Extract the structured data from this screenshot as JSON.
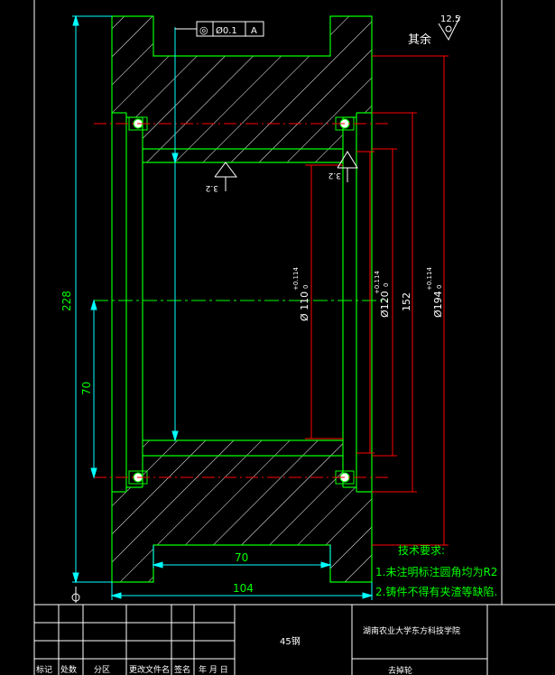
{
  "drawing": {
    "dims": {
      "height_total": "228",
      "height_inner": "70",
      "width_total": "104",
      "width_groove": "70",
      "bore": "Ø 110",
      "bore_tol": "+0.114",
      "bore_tol_low": "0",
      "recess": "Ø120",
      "recess_tol": "+0.114",
      "recess_tol_low": "0",
      "flange": "152",
      "outer": "Ø194",
      "outer_tol": "+0.114",
      "outer_tol_low": "0"
    },
    "tolerance_frame": {
      "symbol": "◎",
      "value": "Ø0.1",
      "datum": "A"
    },
    "roughness": {
      "other": "其余",
      "other_value": "12.5",
      "surface_value": "3.2"
    },
    "tech_requirements": {
      "title": "技术要求:",
      "line1": "1.未注明标注圆角均为R2",
      "line2": "2.铸件不得有夹渣等缺陷."
    }
  },
  "title_block": {
    "material": "45钢",
    "school": "湖南农业大学东方科技学院",
    "part_name": "去掉轮",
    "headers": [
      "标记",
      "处数",
      "分区",
      "更改文件名",
      "签名",
      "年 月 日"
    ]
  },
  "colors": {
    "outline": "#00ff00",
    "dimension": "#00ffff",
    "section": "#ff0000",
    "hatch": "#ffffff",
    "background": "#000000"
  }
}
